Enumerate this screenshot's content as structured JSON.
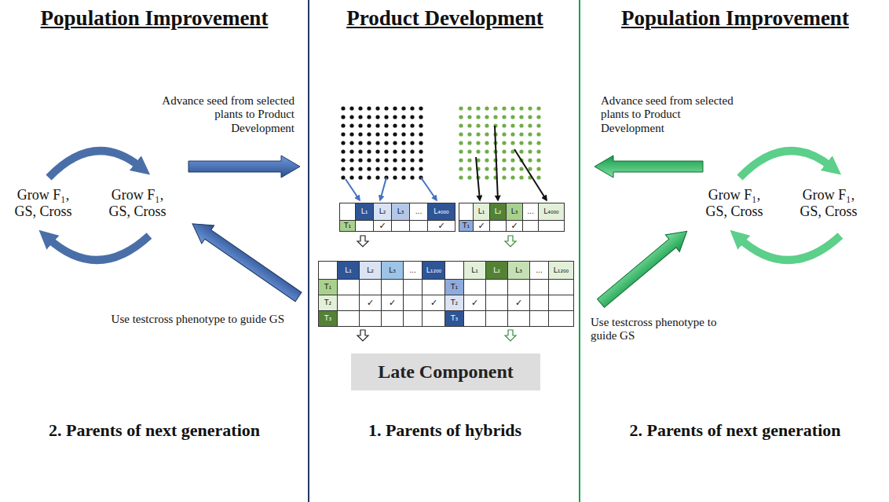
{
  "diagram": {
    "nodes": [
      {
        "text": [
          "Late Component"
        ]
      }
    ],
    "labels": [
      "Population Improvement",
      "Product Development",
      "Population Improvement",
      "Advance seed from selected plants to Product Development",
      "Advance seed from selected plants to Product Development",
      "Grow F₁, GS, Cross",
      "Grow F₁, GS, Cross",
      "Grow F₁, GS, Cross",
      "Grow F₁, GS, Cross",
      "Use testcross phenotype to guide GS",
      "Use testcross phenotype to guide GS",
      "L₁",
      "L₂",
      "L₃",
      "...",
      "L₄₀₀₀",
      "T₁",
      "✓",
      "✓",
      "L₁",
      "L₂",
      "L₃",
      "...",
      "L₄₀₀₀",
      "T₁",
      "✓",
      "✓",
      "L₁",
      "L₂",
      "L₃",
      "...",
      "L₁₂₀₀",
      "T₁",
      "T₂",
      "T₃",
      "✓",
      "✓",
      "✓",
      "L₁",
      "L₂",
      "L₃",
      "...",
      "L₁₂₀₀",
      "T₁",
      "T₂",
      "T₃",
      "✓",
      "✓",
      "2. Parents of next generation",
      "1. Parents of hybrids",
      "2. Parents of next generation"
    ]
  }
}
